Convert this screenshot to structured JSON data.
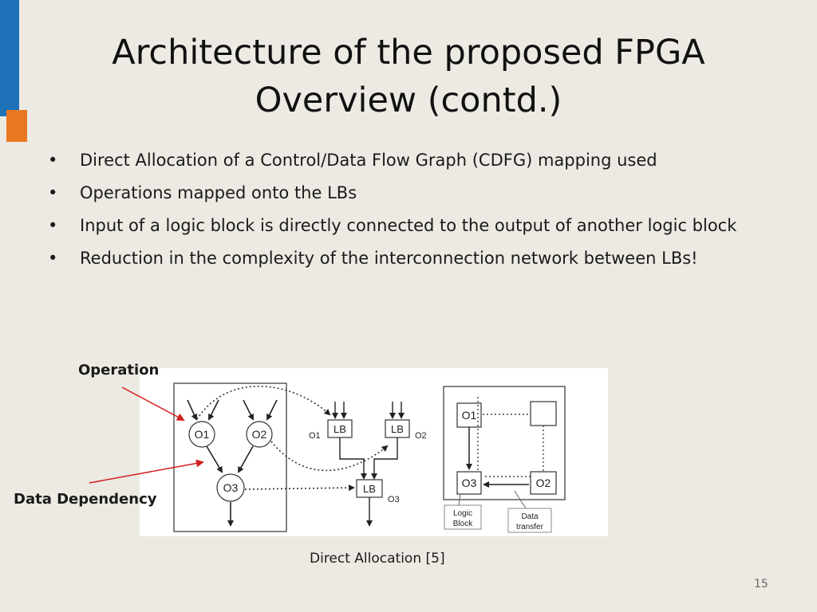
{
  "slide": {
    "title_line1": "Architecture of the proposed FPGA",
    "title_line2": "Overview (contd.)",
    "bullets": [
      "Direct Allocation of a  Control/Data Flow Graph (CDFG) mapping used",
      "Operations mapped onto the LBs",
      "Input of a logic block is directly connected to the output of another logic block",
      "Reduction in the complexity of the interconnection network between LBs!"
    ],
    "callouts": {
      "operation": "Operation",
      "data_dependency": "Data Dependency"
    },
    "caption": "Direct Allocation [5]",
    "page_number": "15"
  },
  "figure": {
    "cdfg_nodes": [
      "O1",
      "O2",
      "O3"
    ],
    "lb_label": "LB",
    "lb_tags": [
      "O1",
      "O2",
      "O3"
    ],
    "grid_nodes": [
      "O1",
      "O3",
      "O2"
    ],
    "legend_logic": [
      "Logic",
      "Block"
    ],
    "legend_transfer": [
      "Data",
      "transfer"
    ]
  },
  "colors": {
    "accent_blue": "#1d72b8",
    "accent_orange": "#e87722",
    "callout_arrow": "#d42020"
  }
}
